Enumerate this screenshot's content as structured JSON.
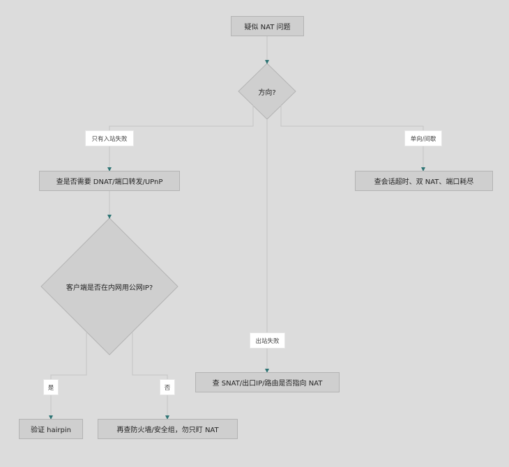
{
  "nodes": {
    "start": "疑似 NAT 问题",
    "direction": "方向?",
    "inbound_check": "查是否需要 DNAT/端口转发/UPnP",
    "bidirectional_check": "查会话超时、双 NAT、端口耗尽",
    "client_question": "客户端是否在内网用公网IP?",
    "outbound_check": "查 SNAT/出口IP/路由是否指向 NAT",
    "hairpin": "验证 hairpin",
    "firewall": "再查防火墙/安全组，勿只盯 NAT"
  },
  "edge_labels": {
    "inbound_only": "只有入站失败",
    "one_way": "单向/间歇",
    "outbound": "出站失败",
    "yes": "是",
    "no": "否"
  },
  "colors": {
    "background": "#dcdcdc",
    "node_fill": "#cfcfcf",
    "node_border": "#b3b3b3",
    "edge_line": "#c4c4c4",
    "arrow": "#2e7474"
  }
}
